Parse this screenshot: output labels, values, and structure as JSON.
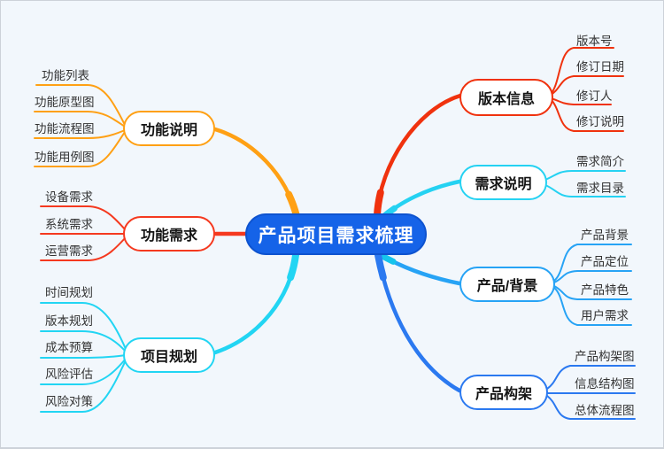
{
  "canvas": {
    "background": "#f2f7fc",
    "frame_border": "#cdd2d9"
  },
  "root": {
    "label": "产品项目需求梳理",
    "fill": "#1563E8",
    "border": "#0E53CF",
    "text_color": "#ffffff"
  },
  "branches": [
    {
      "label": "功能说明",
      "side": "left",
      "color": "#FFA014",
      "children": [
        "功能列表",
        "功能原型图",
        "功能流程图",
        "功能用例图"
      ]
    },
    {
      "label": "功能需求",
      "side": "left",
      "color": "#F5391F",
      "children": [
        "设备需求",
        "系统需求",
        "运营需求"
      ]
    },
    {
      "label": "项目规划",
      "side": "left",
      "color": "#22D5F3",
      "children": [
        "时间规划",
        "版本规划",
        "成本预算",
        "风险评估",
        "风险对策"
      ]
    },
    {
      "label": "版本信息",
      "side": "right",
      "color": "#F0320E",
      "children": [
        "版本号",
        "修订日期",
        "修订人",
        "修订说明"
      ]
    },
    {
      "label": "需求说明",
      "side": "right",
      "color": "#25D2F2",
      "children": [
        "需求简介",
        "需求目录"
      ]
    },
    {
      "label": "产品/背景",
      "side": "right",
      "color": "#27A3F5",
      "children": [
        "产品背景",
        "产品定位",
        "产品特色",
        "用户需求"
      ]
    },
    {
      "label": "产品构架",
      "side": "right",
      "color": "#2B79F0",
      "children": [
        "产品构架图",
        "信息结构图",
        "总体流程图"
      ]
    }
  ],
  "accent_colors": {
    "trunk_product_background_start": "#16C4EC"
  }
}
